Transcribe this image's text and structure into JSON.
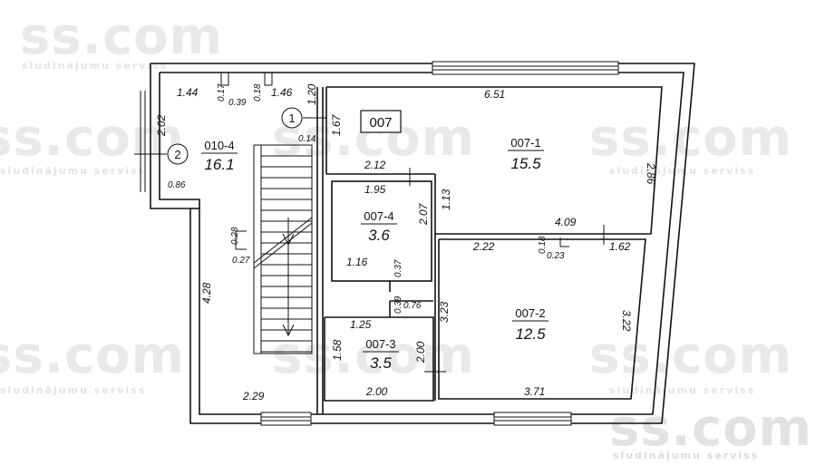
{
  "watermark": {
    "brand": "ss.com",
    "tagline": "sludinājumu serviss"
  },
  "apartment": {
    "label": "007"
  },
  "markers": [
    {
      "number": "1"
    },
    {
      "number": "2"
    }
  ],
  "rooms": [
    {
      "id": "010-4",
      "area": "16.1"
    },
    {
      "id": "007-1",
      "area": "15.5"
    },
    {
      "id": "007-4",
      "area": "3.6"
    },
    {
      "id": "007-2",
      "area": "12.5"
    },
    {
      "id": "007-3",
      "area": "3.5"
    }
  ],
  "dimensions": {
    "d144": "1.44",
    "d017": "0.17",
    "d039a": "0.39",
    "d018a": "0.18",
    "d146": "1.46",
    "d120": "1.20",
    "d651": "6.51",
    "d202": "2.02",
    "d014": "0.14",
    "d167": "1.67",
    "d286": "2.86",
    "d086": "0.86",
    "d212": "2.12",
    "d195": "1.95",
    "d113": "1.13",
    "d207": "2.07",
    "d409": "4.09",
    "d028": "0.28",
    "d027": "0.27",
    "d222": "2.22",
    "d018b": "0.18",
    "d023": "0.23",
    "d162": "1.62",
    "d116": "1.16",
    "d037": "0.37",
    "d428": "4.28",
    "d039b": "0.39",
    "d076": "0.76",
    "d323": "3.23",
    "d322": "3.22",
    "d125": "1.25",
    "d158": "1.58",
    "d200a": "2.00",
    "d229": "2.29",
    "d200b": "2.00",
    "d371": "3.71"
  }
}
